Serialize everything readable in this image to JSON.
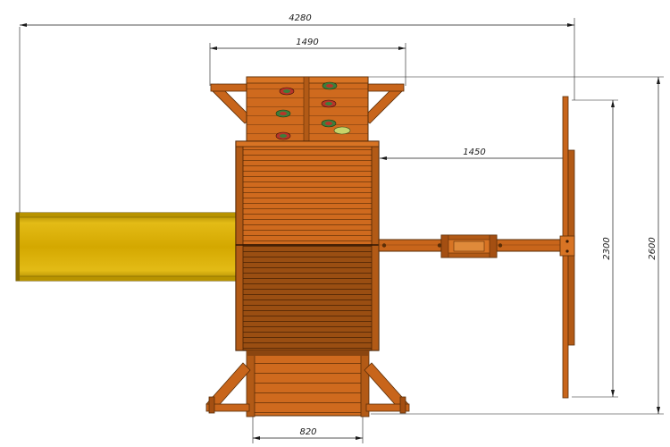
{
  "dimensions": {
    "total_length": "4280",
    "tower_width": "1490",
    "swing_reach": "1450",
    "swing_frame_inner": "2300",
    "swing_frame_outer": "2600",
    "ladder_width": "820"
  },
  "colors": {
    "wood": "#c8651b",
    "wood_dark": "#8a4510",
    "wood_shadow": "#6e3608",
    "slide": "#d4a800",
    "slide_dark": "#8a6d00",
    "dimension_line": "#1a1a1a",
    "rock_green": "#3e7d3a",
    "rock_red": "#b8342a"
  }
}
